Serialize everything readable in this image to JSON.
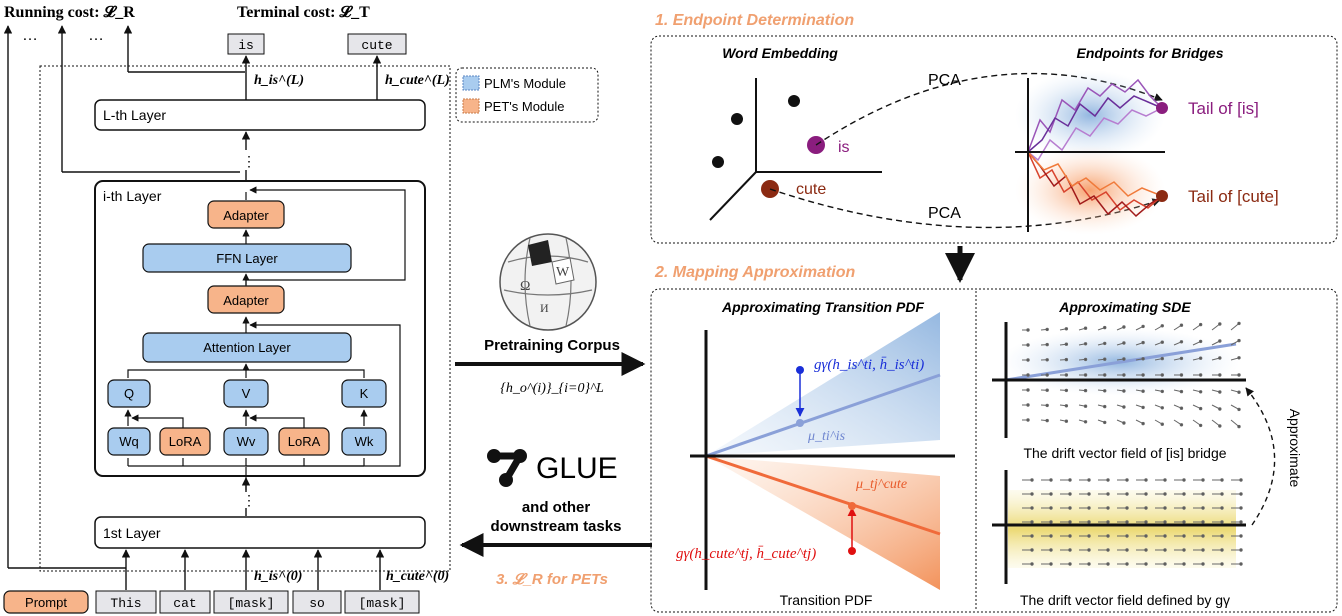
{
  "colors": {
    "plm_blue": "#a9ccef",
    "pet_orange": "#f7b48a",
    "accent_orange": "#f0a070",
    "purple": "#8a1d7e",
    "brown": "#8b2a12",
    "blue_point": "#1a2fd8",
    "red_point": "#e01010"
  },
  "top": {
    "running_cost": "Running cost: 𝓛_R",
    "terminal_cost": "Terminal cost: 𝓛_T",
    "dots": "…"
  },
  "legend": {
    "plm": "PLM's Module",
    "pet": "PET's Module"
  },
  "model": {
    "output_tokens": [
      "is",
      "cute"
    ],
    "h_is_L": "h_is^(L)",
    "h_cute_L": "h_cute^(L)",
    "l_layer": "L-th Layer",
    "i_layer": "i-th Layer",
    "adapter": "Adapter",
    "ffn": "FFN Layer",
    "attention": "Attention Layer",
    "q": "Q",
    "v": "V",
    "k": "K",
    "wq": "Wq",
    "lora": "LoRA",
    "wv": "Wv",
    "wk": "Wk",
    "first_layer": "1st Layer",
    "h_is_0": "h_is^(0)",
    "h_cute_0": "h_cute^(0)",
    "input_tokens": [
      "Prompt",
      "This",
      "cat",
      "[mask]",
      "so",
      "[mask]"
    ]
  },
  "middle": {
    "corpus_label": "Pretraining Corpus",
    "corpus_formula": "{h_o^(i)}_{i=0}^L",
    "glue": "GLUE",
    "downstream": [
      "and other",
      "downstream tasks"
    ],
    "lr_for_pets": "3. 𝓛_R for PETs"
  },
  "panel1": {
    "title": "1. Endpoint Determination",
    "word_embedding": "Word Embedding",
    "endpoints": "Endpoints for Bridges",
    "pca": "PCA",
    "is": "is",
    "cute": "cute",
    "tail_is": "Tail of [is]",
    "tail_cute": "Tail of [cute]"
  },
  "panel2": {
    "title": "2. Mapping Approximation",
    "transition_title": "Approximating Transition PDF",
    "sde_title": "Approximating SDE",
    "g_is": "gγ(h_is^ti, h̄_is^ti)",
    "mu_is": "μ_ti^is",
    "mu_cute": "μ_tj^cute",
    "g_cute": "gγ(h_cute^tj, h̄_cute^tj)",
    "transition_caption": "Transition PDF",
    "drift_is": "The drift vector field of [is] bridge",
    "drift_g": "The drift vector field defined by gγ",
    "approximate": "Approximate"
  }
}
